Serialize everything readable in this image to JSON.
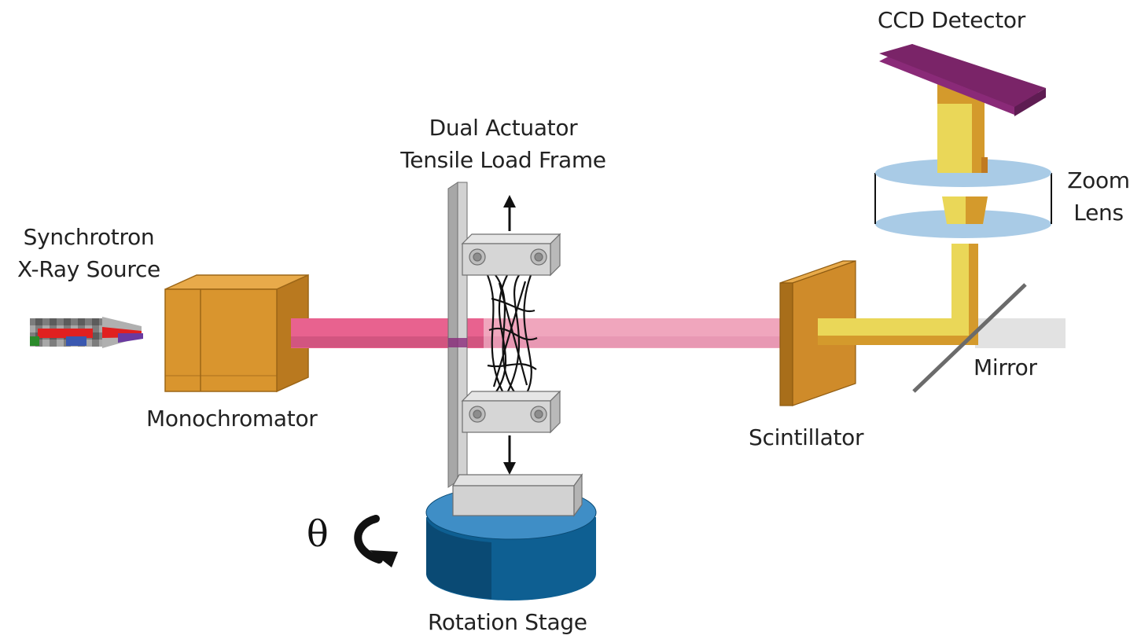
{
  "labels": {
    "source_line1": "Synchrotron",
    "source_line2": "X-Ray Source",
    "monochromator": "Monochromator",
    "load_frame_line1": "Dual Actuator",
    "load_frame_line2": "Tensile Load Frame",
    "rotation_stage": "Rotation Stage",
    "theta": "θ",
    "scintillator": "Scintillator",
    "mirror": "Mirror",
    "zoom_line1": "Zoom",
    "zoom_line2": "Lens",
    "ccd_detector": "CCD Detector"
  },
  "colors": {
    "beam_xray": "#e8628f",
    "beam_faded": "#f0a6bd",
    "beam_grey": "#dedede",
    "monochromator": "#d9952e",
    "scintillator": "#cf8b2a",
    "visible_light": "#ead758",
    "lens": "#a9cbe6",
    "detector": "#7a2468",
    "rotation_stage": "#0e5f92",
    "frame": "#c9c9c9"
  }
}
